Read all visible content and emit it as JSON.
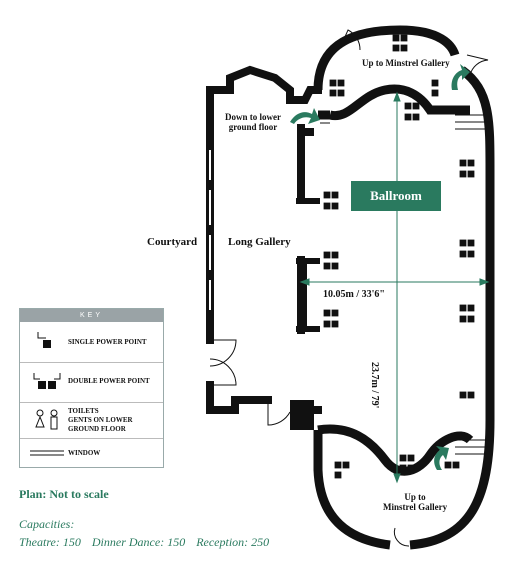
{
  "labels": {
    "ballroom": "Ballroom",
    "courtyard": "Courtyard",
    "long_gallery": "Long Gallery",
    "down_lower_1": "Down to lower",
    "down_lower_2": "ground floor",
    "up_minstrel_top": "Up to Minstrel Gallery",
    "up_minstrel_bottom_1": "Up to",
    "up_minstrel_bottom_2": "Minstrel Gallery",
    "width_dim": "10.05m / 33'6\"",
    "length_dim": "23.7m / 79'"
  },
  "key": {
    "title": "KEY",
    "single_power": "SINGLE POWER POINT",
    "double_power": "DOUBLE POWER POINT",
    "toilets_1": "TOILETS",
    "toilets_2": "GENTS ON LOWER",
    "toilets_3": "GROUND FLOOR",
    "window": "WINDOW"
  },
  "plan_note": "Plan:  Not to scale",
  "capacities": {
    "title": "Capacities:",
    "theatre": "Theatre: 150",
    "dinner": "Dinner Dance: 150",
    "reception": "Reception: 250"
  },
  "colors": {
    "wall": "#111111",
    "accent": "#2a7a5f",
    "key_header": "#9aa3a6"
  }
}
